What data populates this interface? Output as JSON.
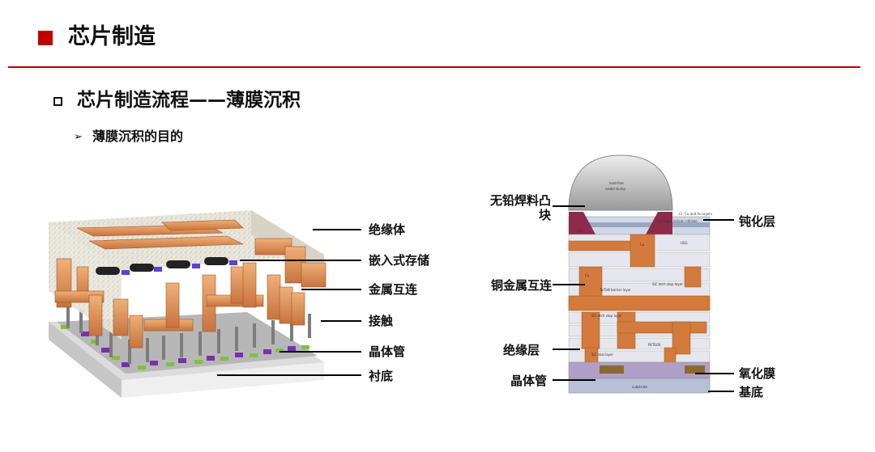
{
  "header": {
    "title": "芯片制造",
    "accent_color": "#c00000"
  },
  "section": {
    "title": "芯片制造流程——薄膜沉积",
    "bullet_icon": "arrow-bullet-icon",
    "bullet_text": "薄膜沉积的目的"
  },
  "left_diagram": {
    "labels": {
      "insulator": "绝缘体",
      "embedded_storage": "嵌入式存储",
      "metal_interconnect": "金属互连",
      "contact": "接触",
      "transistor": "晶体管",
      "substrate": "衬底"
    }
  },
  "right_diagram": {
    "labels": {
      "solder_bump": "无铅焊料凸块",
      "passivation": "钝化层",
      "copper_interconnect": "铜金属互连",
      "insulation_layer": "绝缘层",
      "transistor": "晶体管",
      "oxide_film": "氧化膜",
      "base": "基底"
    },
    "inner_text": {
      "bump": "lead-free solder bump",
      "passivation_note": "Cr, Cu and Au layers",
      "seal_layer": "seal layer (silicon nitride)",
      "psg": "PSG",
      "usg": "USG",
      "cu": "Cu",
      "etch_stop": "SiC etch stop layer",
      "ptesis": "PETEOS",
      "substrate": "substrate"
    }
  }
}
